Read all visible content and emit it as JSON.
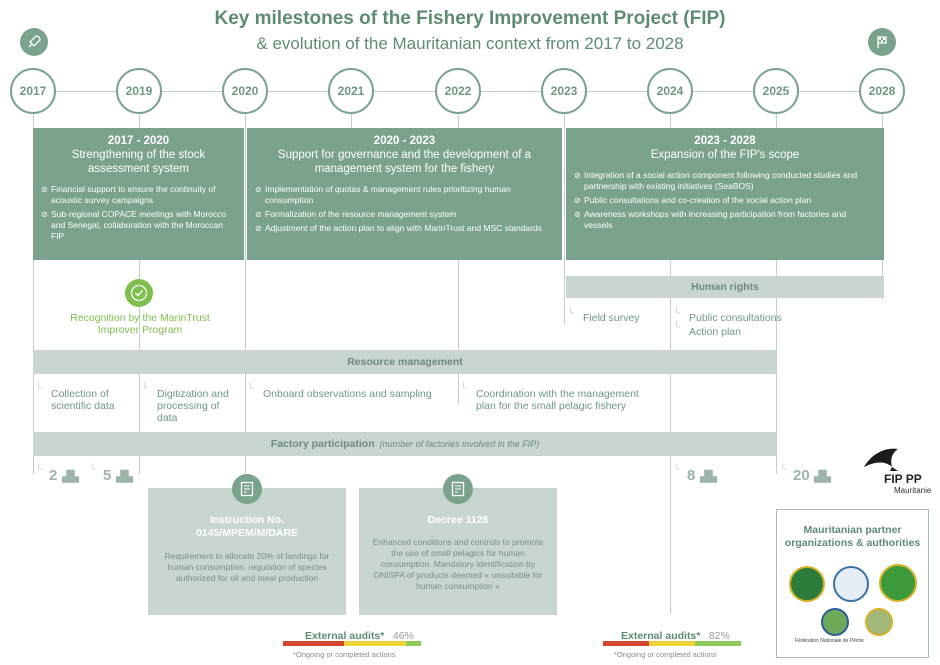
{
  "header": {
    "title": "Key milestones of the Fishery Improvement Project (FIP)",
    "subtitle": "& evolution of the Mauritanian context from 2017 to 2028",
    "start_icon": "rocket-icon",
    "end_icon": "finish-flag-icon"
  },
  "years": [
    "2017",
    "2019",
    "2020",
    "2021",
    "2022",
    "2023",
    "2024",
    "2025",
    "2028"
  ],
  "phases": [
    {
      "dates": "2017 - 2020",
      "title": "Strengthening of the stock assessment system",
      "items": [
        "Financial support to ensure the continuity of acoustic survey campaigns",
        "Sub-regional COPACE meetings with Morocco and Senegal, collaboration with the Moroccan FIP"
      ]
    },
    {
      "dates": "2020 - 2023",
      "title": "Support for governance and the development of a management system for the fishery",
      "items": [
        "Implementation of quotas & management rules prioritizing human consumption",
        "Formalization of the resource management system",
        "Adjustment of the action plan to align with MarinTrust and MSC standards"
      ]
    },
    {
      "dates": "2023 - 2028",
      "title": "Expansion of the FIP's scope",
      "items": [
        "Integration of a social action component following conducted studies and partnership with existing initiatives (SeaBOS)",
        "Public consultations and co-creation of the social action plan",
        "Awareness workshops with increasing participation from factories and vessels"
      ]
    }
  ],
  "recognition": {
    "label": "Recognition by the MarinTrust Improver Program",
    "icon": "check-circle-icon"
  },
  "human_rights": {
    "label": "Human rights",
    "steps": [
      "Field survey",
      "Public consultations",
      "Action plan"
    ]
  },
  "resource_management": {
    "label": "Resource management",
    "steps": [
      "Collection of scientific data",
      "Digitization and processing of data",
      "Onboard observations and sampling",
      "Coordination with the management plan for the small pelagic fishery"
    ]
  },
  "factory_participation": {
    "label": "Factory participation",
    "note": "(number of factories involved in the FIP)",
    "counts": [
      "2",
      "5",
      "8",
      "20"
    ],
    "icon": "factory-icon"
  },
  "documents": [
    {
      "icon": "document-icon",
      "title": "Instruction No. 0145/MPEM/M/DARE",
      "text": "Requirement to allocate 20% of landings for human consumption, regulation of species authorized for oil and meal production"
    },
    {
      "icon": "document-icon",
      "title": "Decree 1128",
      "text": "Enhanced conditions and controls to promote the use of small pelagics for human consumption. Mandatory identification by ONISPA of products deemed « unsuitable for human consumption »"
    }
  ],
  "audits": [
    {
      "label": "External audits*",
      "percent": "46%",
      "value": 46,
      "note": "*Ongoing or completed actions"
    },
    {
      "label": "External audits*",
      "percent": "82%",
      "value": 82,
      "note": "*Ongoing or completed actions"
    }
  ],
  "logo": {
    "name": "FIP PP",
    "subtitle": "Mauritanie"
  },
  "partners": {
    "title": "Mauritanian partner organizations & authorities",
    "logo_text": "Fédération Nationale de Pêche"
  },
  "colors": {
    "primary_green": "#7ba28c",
    "light_band": "#c9d6cf",
    "title_green": "#5e8c71",
    "bright_green": "#7fbf4d"
  }
}
